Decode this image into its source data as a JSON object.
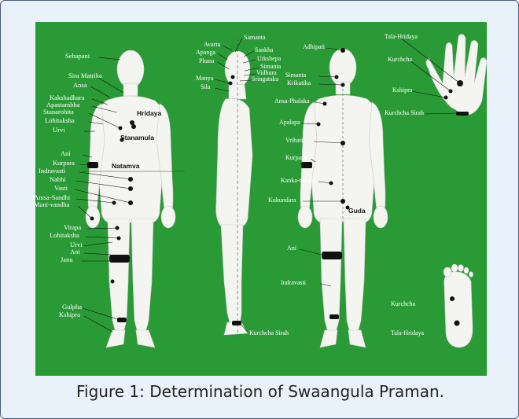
{
  "caption": "Figure 1: Determination of Swaangula Praman.",
  "colors": {
    "background": "#2a9a36",
    "body": "#f4f4f0",
    "marker": "#111111",
    "frame": "#e9f2fa"
  },
  "labels": {
    "front": [
      "Sehapani",
      "Sira Matrika",
      "Ansa",
      "Kakshadhara",
      "Apastambha",
      "Stanarohita",
      "Lohitaksha",
      "Urvi",
      "Ani",
      "Kurpara",
      "Indravasti",
      "Nabhi",
      "Vasti",
      "Amsa-Sandhi",
      "Mani-vandha",
      "Vitapa",
      "Lohitaksha",
      "Urvi",
      "Ani",
      "Janu",
      "Gulpha",
      "Kshipra"
    ],
    "front_inner": [
      "Hridaya",
      "Stanamula",
      "Natamva"
    ],
    "side": [
      "Samanta",
      "Avarta",
      "Sankha",
      "Apanga",
      "Utkshepa",
      "Phana",
      "Simanta",
      "Vidhura",
      "Sringataka",
      "Manya",
      "Sila",
      "Kurchcha Sirah"
    ],
    "back": [
      "Adhipati",
      "Simanta",
      "Krikatika",
      "Ansa-Phalaka",
      "Apalapa",
      "Vrihati",
      "Kurpara",
      "Kanka-taruna",
      "Kukundara",
      "Guda",
      "Ani",
      "Indravasti"
    ],
    "hand": [
      "Tala-Hridaya",
      "Kurchcha",
      "Kshipra",
      "Kurchcha Sirah"
    ],
    "foot": [
      "Kurchcha",
      "Tala-Hridaya"
    ]
  }
}
